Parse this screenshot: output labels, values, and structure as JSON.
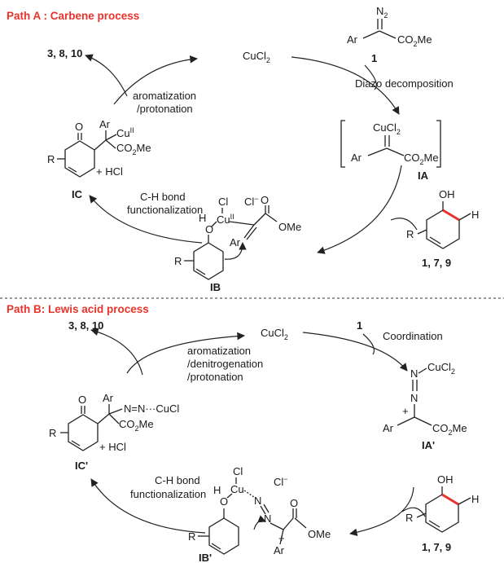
{
  "path_a": {
    "title": "Path A : Carbene process",
    "catalyst": "CuCl",
    "catalyst_sub": "2",
    "diazo_n2": "N",
    "diazo_n2_sub": "2",
    "diazo_ar": "Ar",
    "diazo_ester": "CO",
    "diazo_ester_sub": "2",
    "diazo_ester_tail": "Me",
    "diazo_label": "1",
    "step_diazo": "Diazo decomposition",
    "ia_cu": "CuCl",
    "ia_cu_sub": "2",
    "ia_ar": "Ar",
    "ia_ester": "CO",
    "ia_ester_sub": "2",
    "ia_ester_tail": "Me",
    "ia_label": "IA",
    "phenol_oh": "OH",
    "phenol_h": "H",
    "phenol_r": "R",
    "phenol_label": "1, 7, 9",
    "ib_cl": "Cl",
    "ib_cu": "Cu",
    "ib_cu_ox": "II",
    "ib_clminus": "Cl",
    "ib_clminus_sup": "−",
    "ib_h": "H",
    "ib_o": "O",
    "ib_carbonyl_o": "O",
    "ib_ome": "OMe",
    "ib_ar": "Ar",
    "ib_r": "R",
    "ib_label": "IB",
    "step_ch_1": "C-H bond",
    "step_ch_2": "functionalization",
    "ic_o": "O",
    "ic_ar": "Ar",
    "ic_cu": "Cu",
    "ic_cu_ox": "II",
    "ic_ester": "CO",
    "ic_ester_sub": "2",
    "ic_ester_tail": "Me",
    "ic_r": "R",
    "ic_hcl": "+ HCl",
    "ic_label": "IC",
    "step_arom_1": "aromatization",
    "step_arom_2": "/protonation",
    "products": "3, 8, 10"
  },
  "path_b": {
    "title": "Path B: Lewis acid process",
    "catalyst": "CuCl",
    "catalyst_sub": "2",
    "reagent_label": "1",
    "step_coord": "Coordination",
    "ia_n1": "N",
    "ia_cu": "CuCl",
    "ia_cu_sub": "2",
    "ia_n2": "N",
    "ia_plus": "+",
    "ia_ar": "Ar",
    "ia_ester": "CO",
    "ia_ester_sub": "2",
    "ia_ester_tail": "Me",
    "ia_label": "IA'",
    "phenol_oh": "OH",
    "phenol_h": "H",
    "phenol_r": "R",
    "phenol_label": "1, 7, 9",
    "ib_cl": "Cl",
    "ib_cu": "Cu",
    "ib_h": "H",
    "ib_o": "O",
    "ib_n1": "N",
    "ib_n2": "N",
    "ib_clminus": "Cl",
    "ib_clminus_sup": "−",
    "ib_carbonyl_o": "O",
    "ib_plus": "+",
    "ib_ome": "OMe",
    "ib_ar": "Ar",
    "ib_r": "R",
    "ib_label": "IB'",
    "step_ch_1": "C-H bond",
    "step_ch_2": "functionalization",
    "ic_o": "O",
    "ic_ar": "Ar",
    "ic_azo": "N=N···CuCl",
    "ic_ester": "CO",
    "ic_ester_sub": "2",
    "ic_ester_tail": "Me",
    "ic_r": "R",
    "ic_hcl": "+ HCl",
    "ic_label": "IC'",
    "step_arom_1": "aromatization",
    "step_arom_2": "/denitrogenation",
    "step_arom_3": "/protonation",
    "products": "3, 8, 10"
  }
}
